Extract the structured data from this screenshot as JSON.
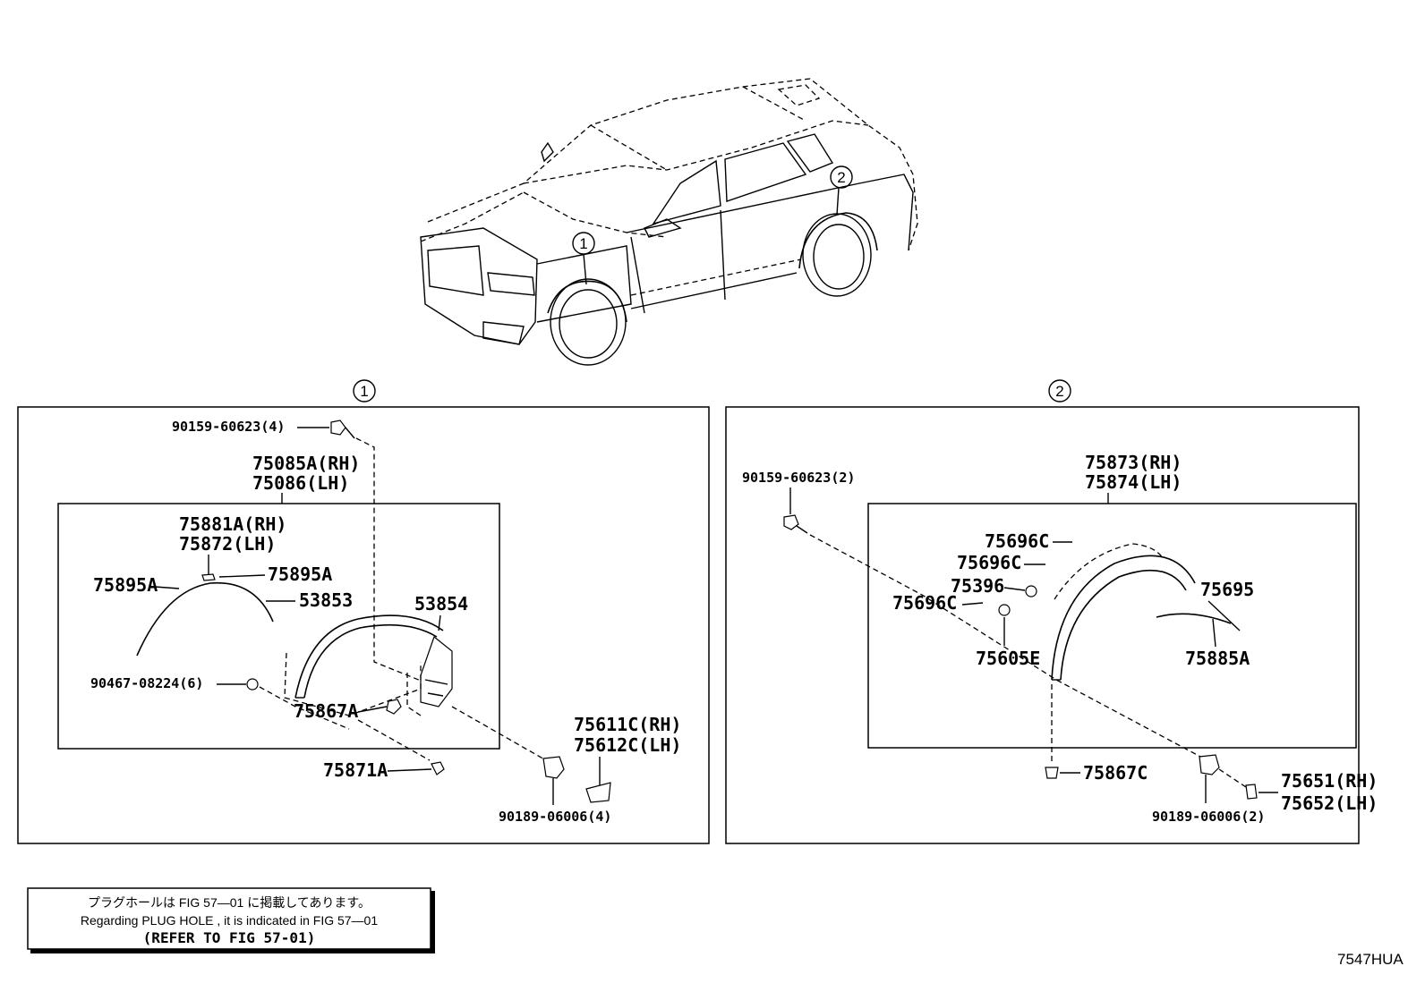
{
  "diagram": {
    "callouts": {
      "front": "1",
      "rear": "2"
    },
    "front_panel": {
      "circle_label": "1",
      "bolt_top": "90159-60623(4)",
      "assy_rh": "75085A(RH)",
      "assy_lh": "75086(LH)",
      "molding_rh": "75881A(RH)",
      "molding_lh": "75872(LH)",
      "clip_left": "75895A",
      "clip_right": "75895A",
      "liner": "53853",
      "part_53854": "53854",
      "screw": "90467-08224(6)",
      "clip_75867a": "75867A",
      "clip_75871a": "75871A",
      "guard_rh": "75611C(RH)",
      "guard_lh": "75612C(LH)",
      "nut_bottom": "90189-06006(4)"
    },
    "rear_panel": {
      "circle_label": "2",
      "bolt_top": "90159-60623(2)",
      "assy_rh": "75873(RH)",
      "assy_lh": "75874(LH)",
      "clip_c1": "75696C",
      "clip_c2": "75696C",
      "clip_c3": "75696C",
      "part_75396": "75396",
      "part_75605e": "75605E",
      "part_75695": "75695",
      "part_75885a": "75885A",
      "clip_75867c": "75867C",
      "guard_rh": "75651(RH)",
      "guard_lh": "75652(LH)",
      "nut_bottom": "90189-06006(2)"
    }
  },
  "note": {
    "line_jp": "プラグホールは FIG  57—01 に掲載してあります。",
    "line_en": "Regarding  PLUG  HOLE , it is indicated in FIG  57—01",
    "line_ref": "(REFER TO FIG 57-01)"
  },
  "figure_code": "7547HUA"
}
